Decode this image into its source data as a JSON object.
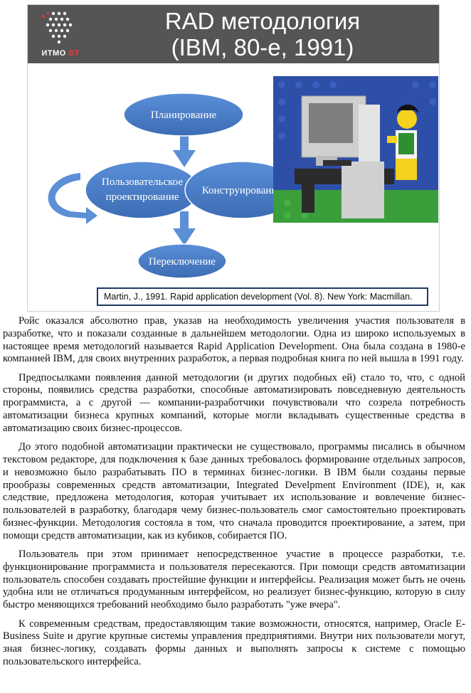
{
  "slide": {
    "logo": {
      "text_main": "ИТМО",
      "text_accent": "ВТ"
    },
    "title_line1": "RAD методология",
    "title_line2": "(IBM,  80-е, 1991)",
    "diagram": {
      "planning": "Планирование",
      "user_design_line1": "Пользовательское",
      "user_design_line2": "проектирование",
      "construction": "Конструирование",
      "cutover": "Переключение"
    },
    "citation": "Martin, J., 1991. Rapid application development (Vol. 8). New York: Macmillan.",
    "colors": {
      "header": "#555555",
      "ellipse": "#4a7cc4",
      "arrow": "#5b8fd6",
      "lego_base": "#3a9e3a"
    }
  },
  "paragraphs": [
    "Ройс оказался абсолютно прав, указав на необходимость увеличения участия пользователя в разработке, что и показали созданные в дальнейшем методологии. Одна из широко используемых в настоящее время методологий называется Rapid Application Development. Она была создана в 1980-е компанией IBM, для своих внутренних разработок, а первая подробная книга по ней вышла в 1991 году.",
    "Предпосылками появления данной методологии (и других подобных ей) стало то, что, с одной стороны, появились средства разработки, способные автоматизировать повседневную деятельность программиста, а с другой — компании-разработчики почувствовали что созрела потребность автоматизации бизнеса крупных компаний, которые могли вкладывать существенные средства в автоматизацию своих бизнес-процессов.",
    "До этого подобной автоматизации практически не существовало, программы писались в обычном текстовом редакторе, для подключения к базе данных требовалось формирование отдельных запросов, и невозможно было разрабатывать ПО в терминах бизнес-логики. В IBM были созданы первые прообразы современных средств автоматизации, Integrated Develpment Environment (IDE), и, как следствие, предложена методология, которая учитывает их использование и вовлечение бизнес-пользователей в разработку, благодаря чему бизнес-пользователь смог самостоятельно проектировать бизнес-функции. Методология состояла в том, что сначала проводится проектирование, а затем, при помощи средств автоматизации, как из кубиков, собирается ПО.",
    "Пользователь при этом принимает непосредственное участие в процессе разработки, т.е. функционирование программиста и пользователя пересекаются. При помощи средств автоматизации пользователь способен создавать простейшие функции и интерфейсы. Реализация может быть не очень удобна или не отличаться продуманным интерфейсом, но реализует бизнес-функцию, которую в силу быстро меняющихся требований необходимо было разработать \"уже вчера\".",
    "К современным средствам, предоставляющим такие возможности, относятся, например, Oracle E-Business Suite и другие крупные системы управления предприятиями. Внутри них пользователи могут, зная бизнес-логику, создавать формы данных и выполнять запросы к системе с помощью пользовательского интерфейса."
  ]
}
